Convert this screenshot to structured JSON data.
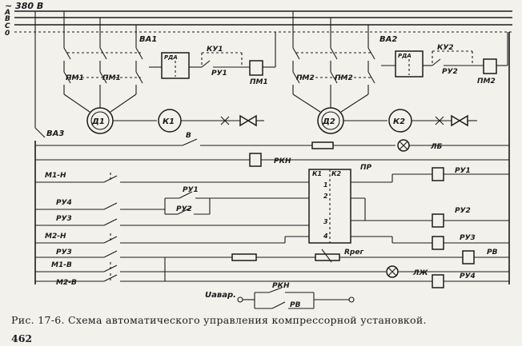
{
  "power": {
    "supply": "~ 380 В",
    "phases": [
      "А",
      "В",
      "С",
      "0"
    ]
  },
  "unit1": {
    "breaker": "ВА1",
    "contactor_a": "ПМ1",
    "contactor_b": "ПМ1",
    "relay_box": "РДА",
    "valve": "КУ1",
    "relay": "РУ1",
    "coil": "ПМ1",
    "motor": "Д1",
    "compressor": "К1"
  },
  "unit2": {
    "breaker": "ВА2",
    "contactor_a": "ПМ2",
    "contactor_b": "ПМ2",
    "relay_box": "РДА",
    "valve": "КУ2",
    "relay": "РУ2",
    "coil": "ПМ2",
    "motor": "Д2",
    "compressor": "К2"
  },
  "control": {
    "breaker": "ВА3",
    "switch_b": "В",
    "rkn_coil": "РКН",
    "lamp_lb": "ЛБ",
    "switch_m1n": "М1-Н",
    "pr_label": "ПР",
    "k1": "К1",
    "k2": "К2",
    "terminals": [
      "1",
      "2",
      "3",
      "4"
    ],
    "coil_ru1": "РУ1",
    "contact_ru4": "РУ4",
    "contact_ru1": "РУ1",
    "contact_ru2": "РУ2",
    "contact_ru3a": "РУ3",
    "coil_ru2": "РУ2",
    "switch_m2n": "М2-Н",
    "coil_ru3": "РУ3",
    "contact_ru3b": "РУ3",
    "rreg": "Rрег",
    "coil_rv": "РВ",
    "switch_m1v": "М1-В",
    "lamp_lzh": "ЛЖ",
    "switch_m2v": "М2-В",
    "coil_ru4": "РУ4",
    "uavar": "Uавар.",
    "rkn_contact": "РКН",
    "rv_contact": "РВ"
  },
  "caption": "Рис. 17-6. Схема автоматического управления компрессорной установкой.",
  "page_number": "462"
}
